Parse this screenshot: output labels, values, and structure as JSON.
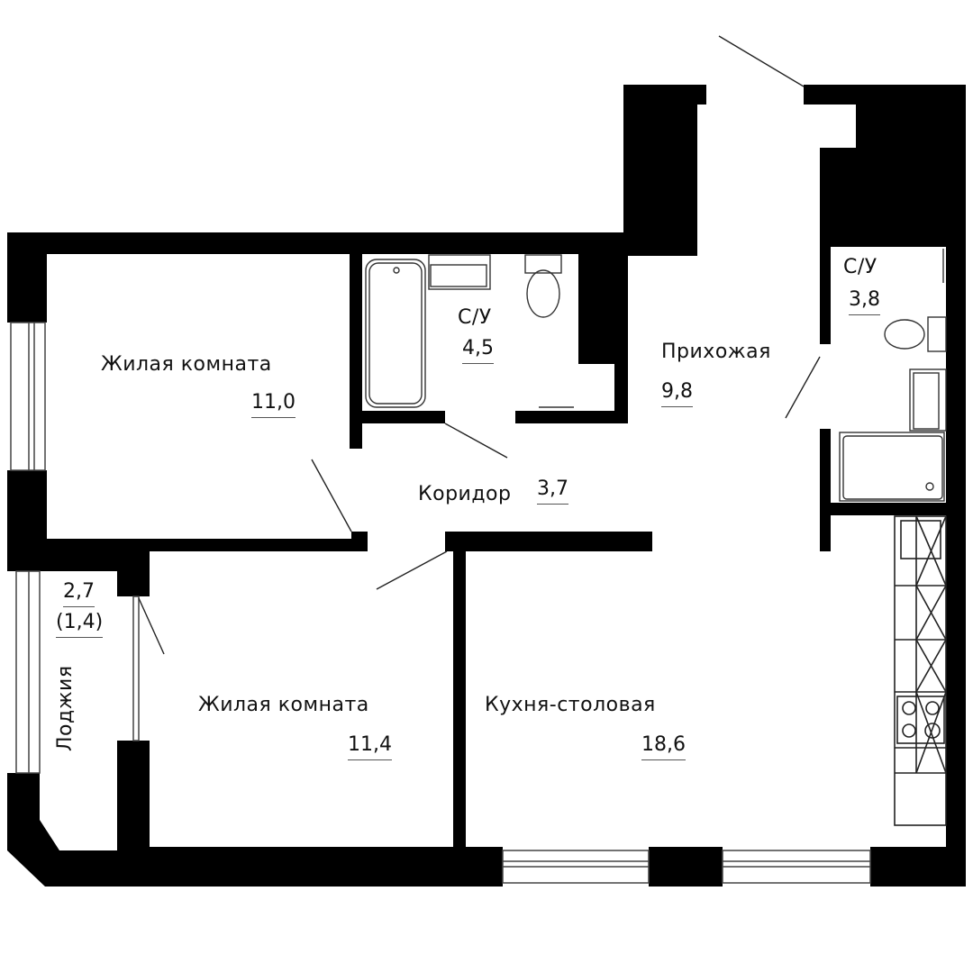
{
  "plan": {
    "rooms": [
      {
        "id": "living-room-1",
        "name": "Жилая комната",
        "area": "11,0"
      },
      {
        "id": "bathroom-1",
        "name": "С/У",
        "area": "4,5"
      },
      {
        "id": "hallway",
        "name": "Прихожая",
        "area": "9,8"
      },
      {
        "id": "bathroom-2",
        "name": "С/У",
        "area": "3,8"
      },
      {
        "id": "corridor",
        "name": "Коридор",
        "area": "3,7"
      },
      {
        "id": "loggia",
        "name": "Лоджия",
        "area": "2,7",
        "area_reduced": "(1,4)"
      },
      {
        "id": "living-room-2",
        "name": "Жилая комната",
        "area": "11,4"
      },
      {
        "id": "kitchen-dining",
        "name": "Кухня-столовая",
        "area": "18,6"
      }
    ]
  },
  "colors": {
    "wall": "#000000",
    "background": "#ffffff",
    "line": "#222222"
  }
}
